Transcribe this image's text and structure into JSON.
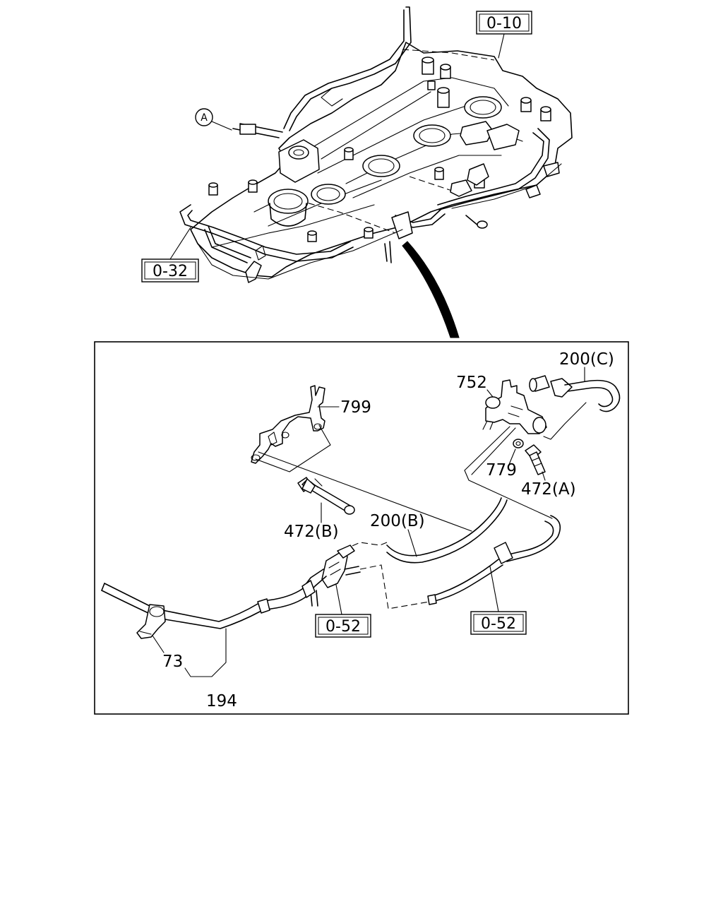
{
  "engine_view": {
    "refs": {
      "top": "0-10",
      "left": "0-32"
    },
    "view_marker": "A"
  },
  "detail_view": {
    "refs": {
      "center": "0-52",
      "right": "0-52"
    },
    "parts": {
      "p799": "799",
      "p752": "752",
      "p200c": "200(C)",
      "p779": "779",
      "p472a": "472(A)",
      "p472b": "472(B)",
      "p200b": "200(B)",
      "p73": "73",
      "p194": "194"
    }
  }
}
